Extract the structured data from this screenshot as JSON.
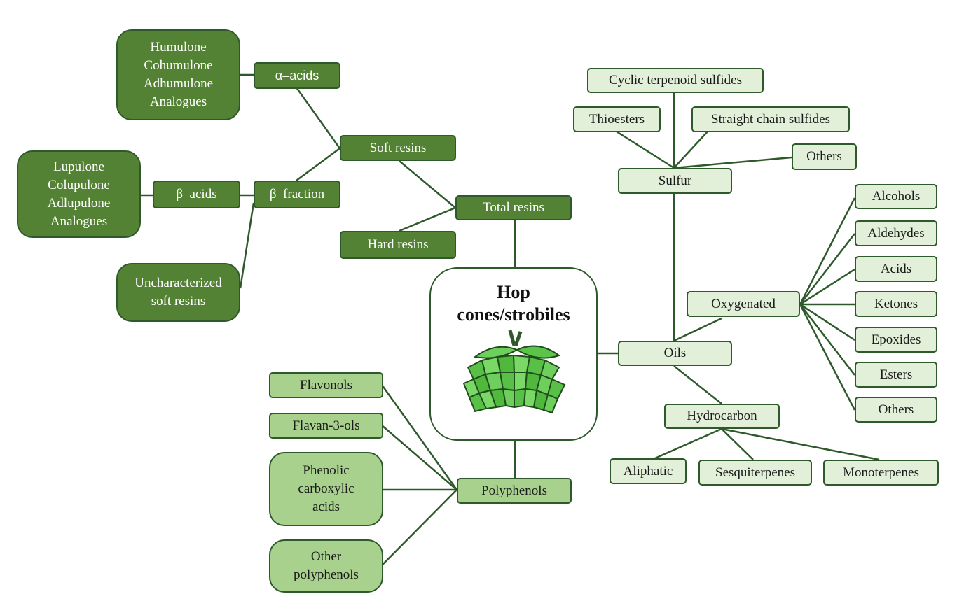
{
  "center": {
    "title": "Hop\ncones/strobiles",
    "icon": "hop-cone-icon"
  },
  "colors": {
    "dark": "#548235",
    "mid": "#a9d18e",
    "light": "#e2f0d9",
    "stroke": "#2e5a2b"
  },
  "resins": {
    "total": "Total resins",
    "soft": "Soft resins",
    "hard": "Hard resins",
    "alpha": "α–acids",
    "beta_fraction": "β–fraction",
    "beta": "β–acids",
    "alpha_list": "Humulone\nCohumulone\nAdhumulone\nAnalogues",
    "beta_list": "Lupulone\nColupulone\nAdlupulone\nAnalogues",
    "uncharacterized": "Uncharacterized\nsoft resins"
  },
  "polyphenols": {
    "root": "Polyphenols",
    "flavonols": "Flavonols",
    "flavan": "Flavan-3-ols",
    "phenolic": "Phenolic\ncarboxylic\nacids",
    "other": "Other\npolyphenols"
  },
  "oils": {
    "root": "Oils",
    "sulfur": "Sulfur",
    "cyclic": "Cyclic terpenoid sulfides",
    "thioesters": "Thioesters",
    "straight": "Straight chain sulfides",
    "sulfur_others": "Others",
    "oxygenated": "Oxygenated",
    "alcohols": "Alcohols",
    "aldehydes": "Aldehydes",
    "acids": "Acids",
    "ketones": "Ketones",
    "epoxides": "Epoxides",
    "esters": "Esters",
    "oxy_others": "Others",
    "hydrocarbon": "Hydrocarbon",
    "aliphatic": "Aliphatic",
    "sesquiterpenes": "Sesquiterpenes",
    "monoterpenes": "Monoterpenes"
  }
}
